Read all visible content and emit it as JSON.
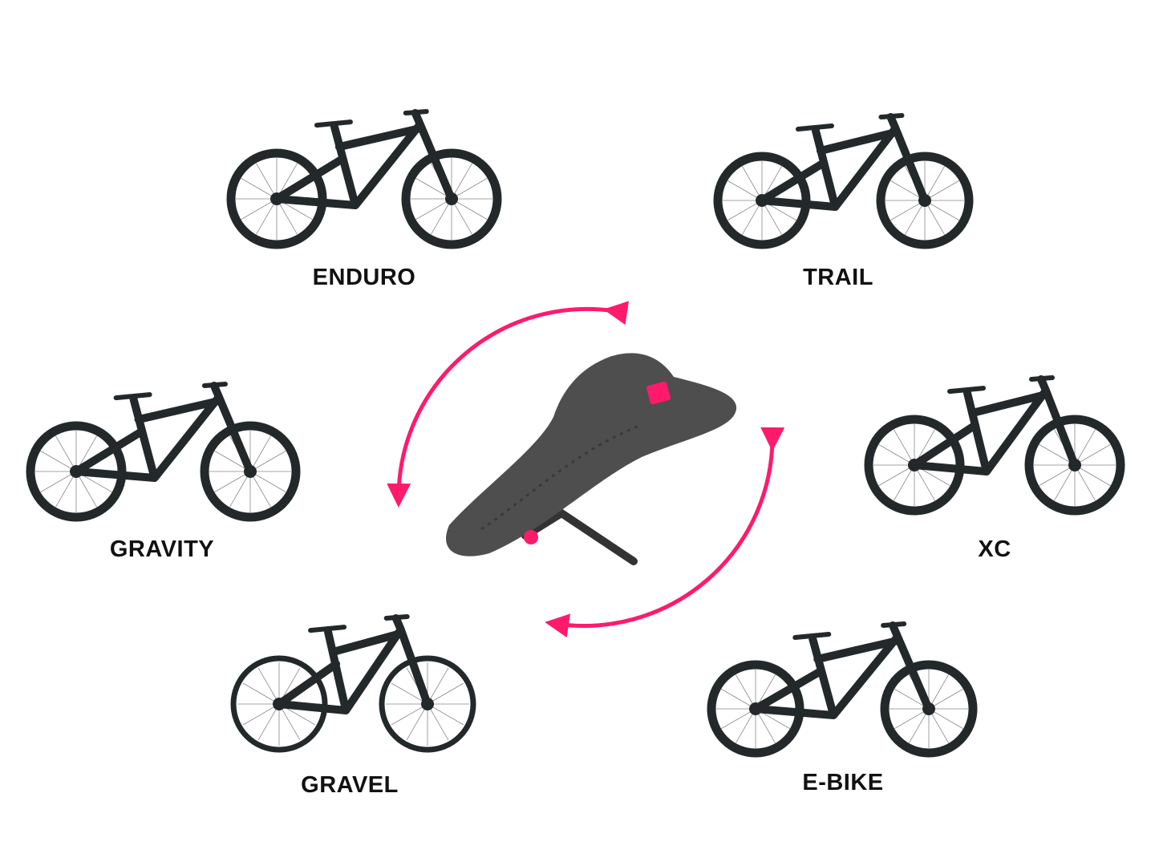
{
  "colors": {
    "accent": "#ff1a6c",
    "bike": "#23292a",
    "saddle": "#4e4e4e"
  },
  "center": {
    "item": "saddle",
    "icon": "saddle-icon"
  },
  "bikes": [
    {
      "id": "enduro",
      "label": "ENDURO"
    },
    {
      "id": "trail",
      "label": "TRAIL"
    },
    {
      "id": "gravity",
      "label": "GRAVITY"
    },
    {
      "id": "xc",
      "label": "XC"
    },
    {
      "id": "gravel",
      "label": "GRAVEL"
    },
    {
      "id": "ebike",
      "label": "E-BIKE"
    }
  ]
}
